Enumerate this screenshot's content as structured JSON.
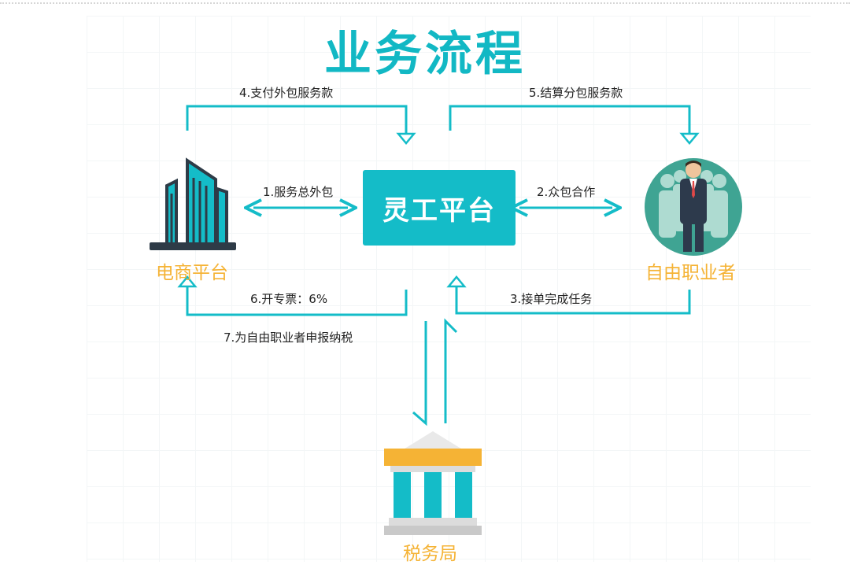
{
  "title": "业务流程",
  "hub": {
    "label": "灵工平台"
  },
  "nodes": {
    "ecommerce": "电商平台",
    "freelancer": "自由职业者",
    "tax_bureau": "税务局"
  },
  "steps": {
    "s1": "1.服务总外包",
    "s2": "2.众包合作",
    "s3": "3.接单完成任务",
    "s4": "4.支付外包服务款",
    "s5": "5.结算分包服务款",
    "s6": "6.开专票：6%",
    "s7": "7.为自由职业者申报纳税"
  },
  "colors": {
    "accent": "#14bcc8",
    "label_orange": "#f5b335",
    "building_dark": "#2e3b47"
  }
}
